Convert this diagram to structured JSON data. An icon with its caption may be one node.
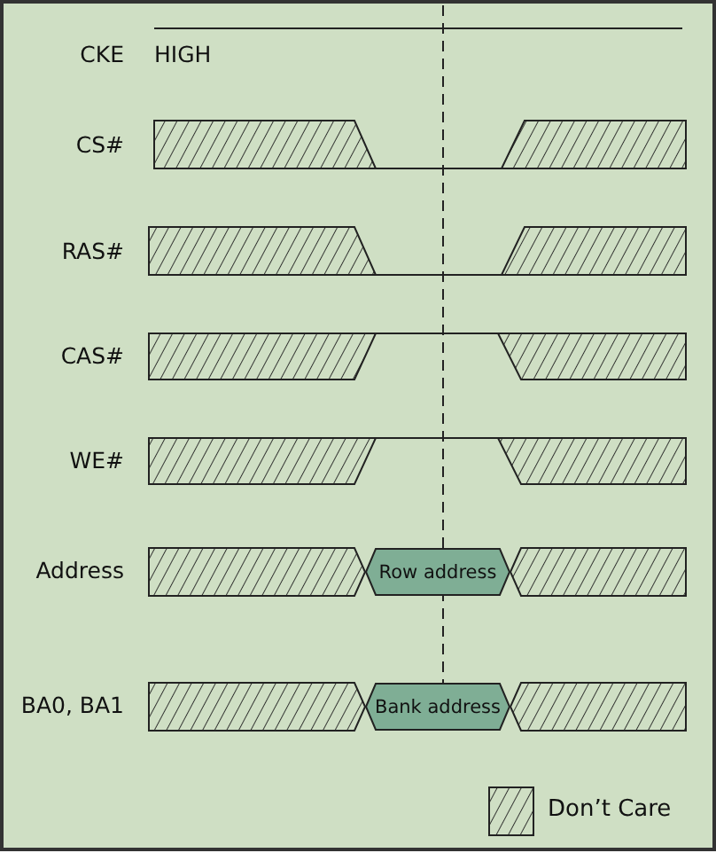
{
  "diagram": {
    "nodes": [
      {
        "text": [
          "Row address"
        ]
      },
      {
        "text": [
          "Bank address"
        ]
      }
    ],
    "edges": [],
    "labels": [
      "CKE",
      "HIGH",
      "CS#",
      "RAS#",
      "CAS#",
      "WE#",
      "Address",
      "BA0, BA1"
    ],
    "legend": [
      {
        "text": "Don’t Care"
      }
    ]
  }
}
